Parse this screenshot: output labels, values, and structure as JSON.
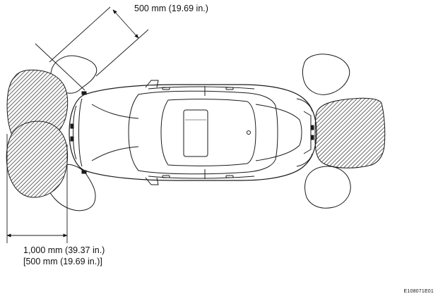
{
  "figure": {
    "dimension_side": "500 mm (19.69 in.)",
    "dimension_front_line1": "1,000 mm (39.37 in.)",
    "dimension_front_line2": "[500 mm (19.69 in.)]",
    "figure_code": "E108071E01"
  },
  "colors": {
    "stroke": "#1a1a1a",
    "hatch": "#2a2a2a",
    "background": "#ffffff"
  },
  "icons": {
    "vehicle": "car-top-view-icon",
    "arrow": "dimension-arrow-icon"
  }
}
